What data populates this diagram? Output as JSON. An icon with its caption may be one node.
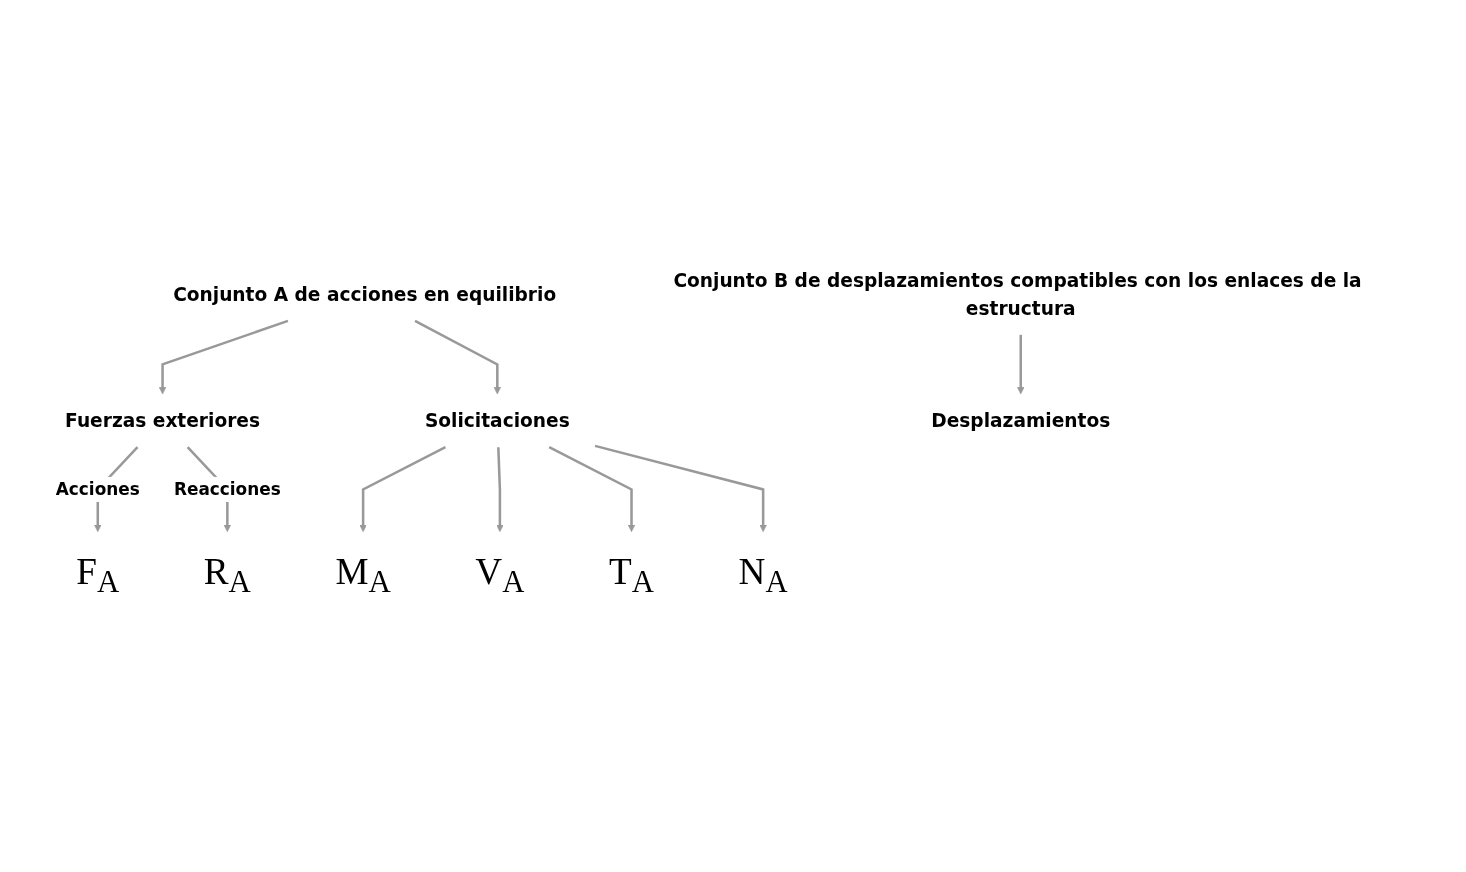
{
  "diagram": {
    "nodes": [
      {
        "text": [
          "Conjunto A de acciones en equilibrio"
        ]
      },
      {
        "text": [
          "Fuerzas exteriores"
        ]
      },
      {
        "text": [
          "Solicitaciones"
        ]
      },
      {
        "text": [
          "F$_{A}$"
        ]
      },
      {
        "text": [
          "R$_{A}$"
        ]
      },
      {
        "text": [
          "M$_{A}$"
        ]
      },
      {
        "text": [
          "V$_{A}$"
        ]
      },
      {
        "text": [
          "T$_{A}$"
        ]
      },
      {
        "text": [
          "N$_{A}$"
        ]
      },
      {
        "text": [
          "Desplazamientos"
        ]
      },
      {
        "text": [
          "Conjunto B de desplazamientos compatibles con los enlaces de la estructura"
        ]
      }
    ],
    "edges": [
      {
        "from": 0,
        "to": 1,
        "arrow": "to"
      },
      {
        "from": 0,
        "to": 2,
        "arrow": "to"
      },
      {
        "from": 1,
        "to": 3,
        "arrow": "to",
        "label": "Acciones"
      },
      {
        "from": 1,
        "to": 4,
        "arrow": "to",
        "label": "Reacciones"
      },
      {
        "from": 2,
        "to": 5,
        "arrow": "to"
      },
      {
        "from": 2,
        "to": 6,
        "arrow": "to"
      },
      {
        "from": 2,
        "to": 7,
        "arrow": "to"
      },
      {
        "from": 2,
        "to": 8,
        "arrow": "to"
      },
      {
        "from": 10,
        "to": 9,
        "arrow": "to"
      }
    ]
  }
}
